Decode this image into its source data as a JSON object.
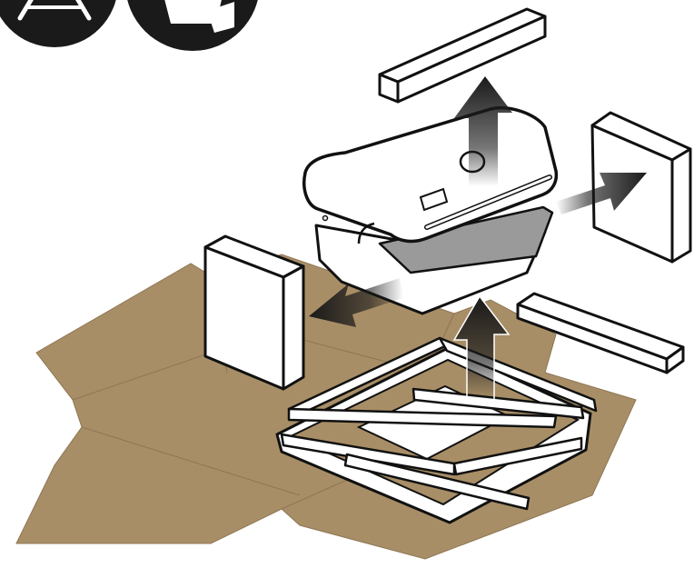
{
  "figure": {
    "type": "unboxing-instruction-illustration",
    "product": "grill",
    "colors": {
      "cardboard": "#a88e66",
      "cardboard_fold": "#8e7654",
      "outline": "#111111",
      "packaging": "#ffffff",
      "drip_pan": "#9a9a9a",
      "icon_badge": "#1a1a1a",
      "arrow": "#1a1a1a"
    },
    "icons": [
      "two-person-lift-icon",
      "lift-box-icon"
    ],
    "components": [
      "cardboard-sheet",
      "grill-body",
      "foam-block-top",
      "foam-block-right",
      "foam-block-left",
      "foam-bar-front",
      "base-frame-tray"
    ],
    "arrows": [
      "arrow-up-from-grill",
      "arrow-right",
      "arrow-left",
      "arrow-up-from-tray"
    ]
  }
}
